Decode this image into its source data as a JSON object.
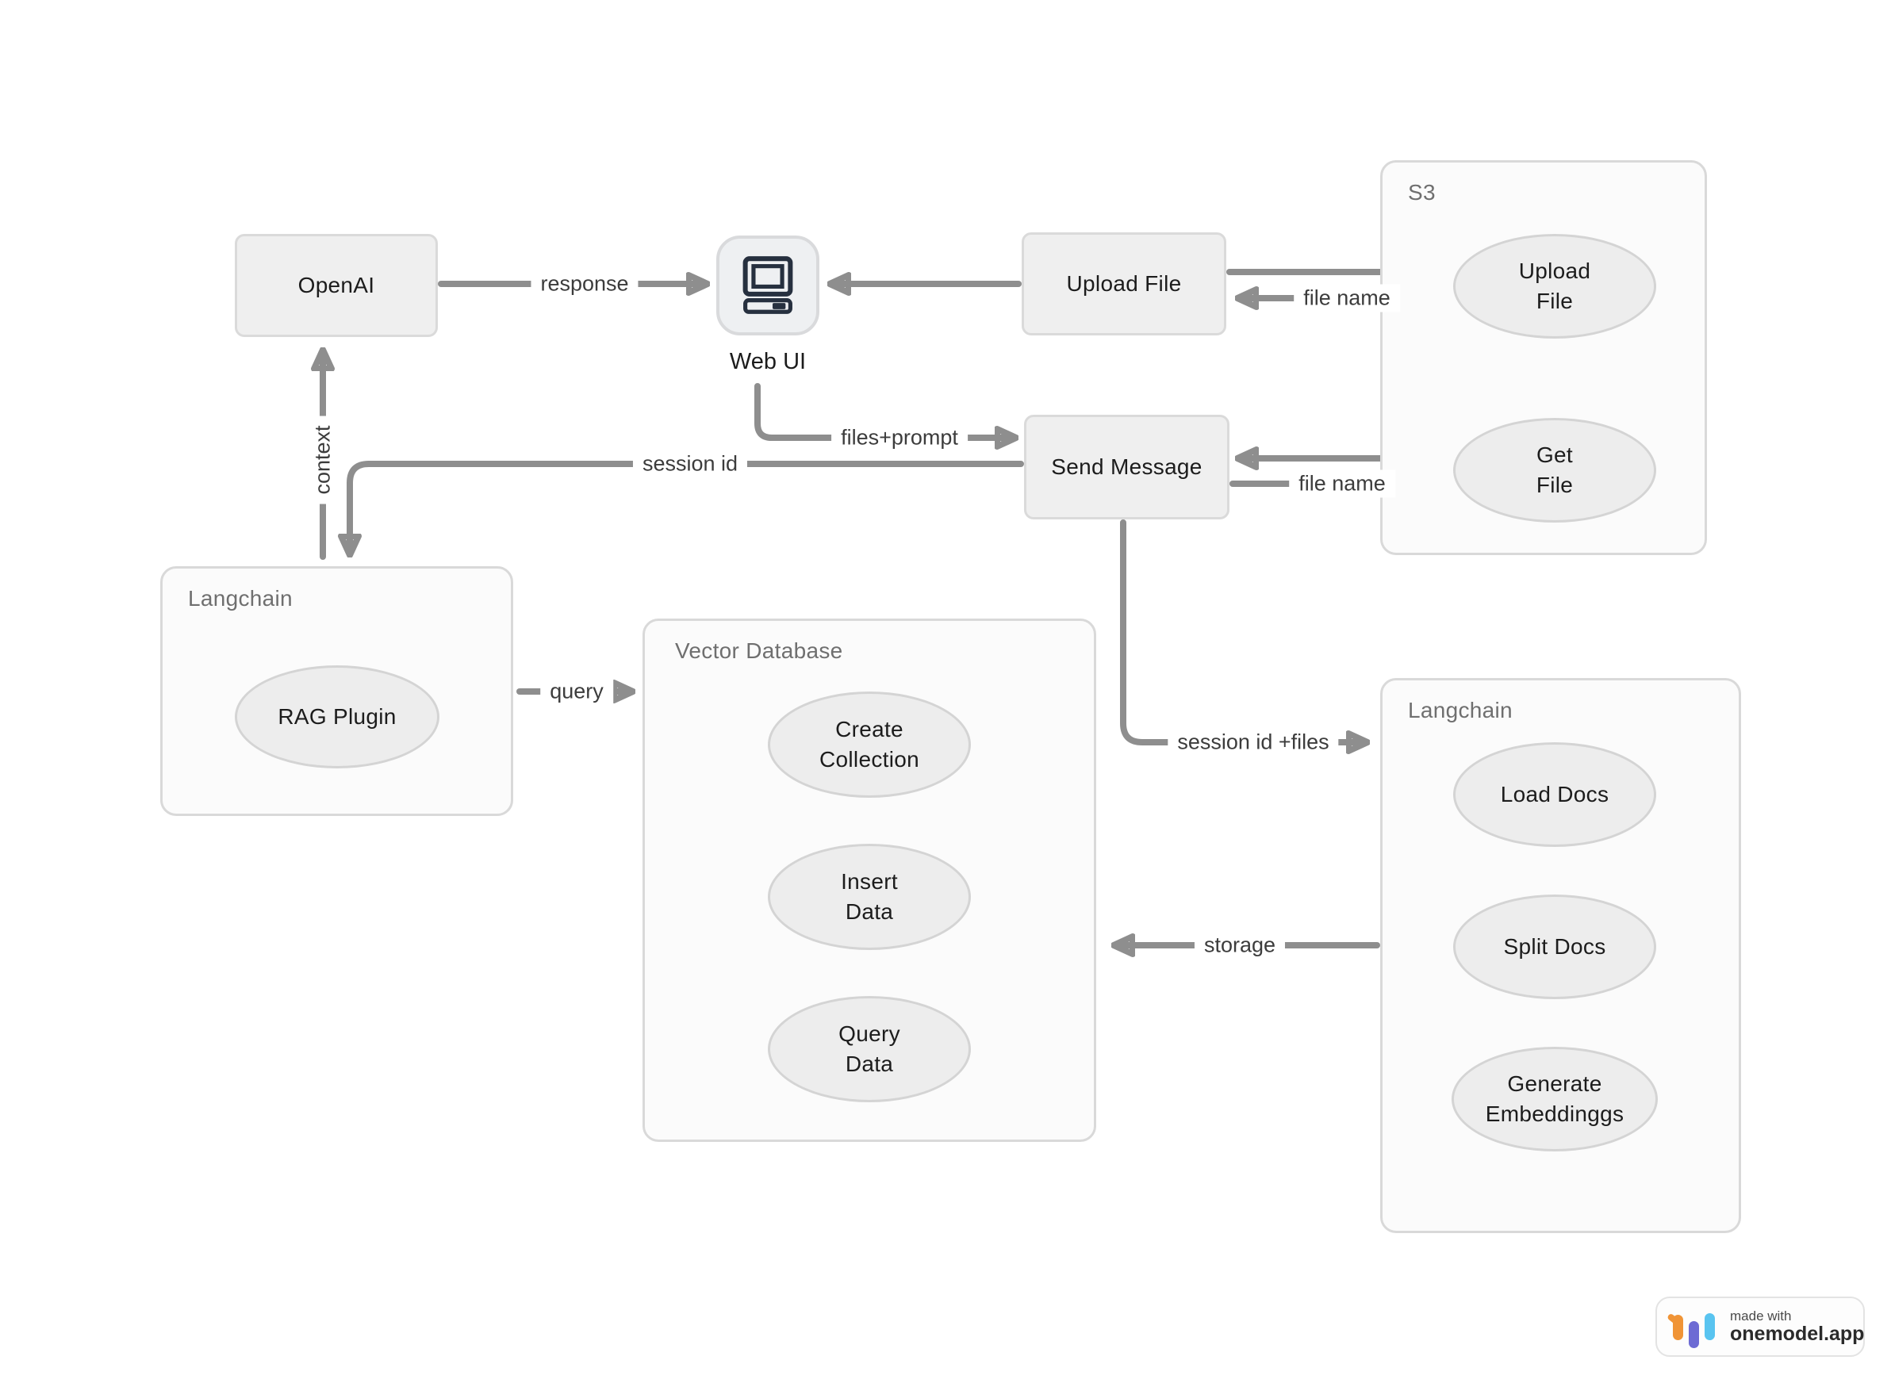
{
  "nodes": {
    "openai": {
      "label": "OpenAI"
    },
    "web_ui": {
      "label": "Web UI"
    },
    "upload_file": {
      "label": "Upload File"
    },
    "send_message": {
      "label": "Send Message"
    }
  },
  "groups": {
    "s3": {
      "title": "S3"
    },
    "langchain_left": {
      "title": "Langchain"
    },
    "vector_db": {
      "title": "Vector Database"
    },
    "langchain_right": {
      "title": "Langchain"
    }
  },
  "ellipses": {
    "s3_upload_file": {
      "lines": [
        "Upload",
        "File"
      ]
    },
    "s3_get_file": {
      "lines": [
        "Get",
        "File"
      ]
    },
    "rag_plugin": {
      "lines": [
        "RAG Plugin"
      ]
    },
    "create_collection": {
      "lines": [
        "Create",
        "Collection"
      ]
    },
    "insert_data": {
      "lines": [
        "Insert",
        "Data"
      ]
    },
    "query_data": {
      "lines": [
        "Query",
        "Data"
      ]
    },
    "load_docs": {
      "lines": [
        "Load Docs"
      ]
    },
    "split_docs": {
      "lines": [
        "Split Docs"
      ]
    },
    "generate_embeddings": {
      "lines": [
        "Generate",
        "Embeddinggs"
      ]
    }
  },
  "edges": {
    "response": "response",
    "file_name_upload": "file name",
    "file_name_get": "file name",
    "files_prompt": "files+prompt",
    "session_id": "session id",
    "context": "context",
    "query": "query",
    "session_id_files": "session id +files",
    "storage": "storage"
  },
  "badge": {
    "made_with": "made with",
    "brand": "onemodel.app"
  },
  "colors": {
    "edge": "#8e8e8e",
    "node_fill": "#efefef",
    "node_border": "#dadada",
    "group_fill": "#fbfbfb",
    "ellipse_fill": "#ededed",
    "computer_glyph": "#26303f",
    "logo_orange": "#f09436",
    "logo_purple": "#6d6bd4",
    "logo_blue": "#59c4f0"
  }
}
